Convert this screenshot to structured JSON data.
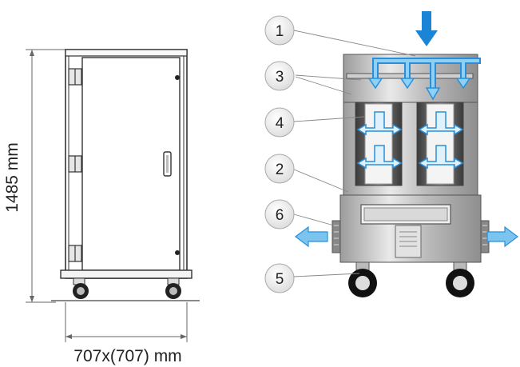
{
  "dimensions": {
    "height_label": "1485 mm",
    "footprint_label": "707x(707) mm"
  },
  "callouts": [
    {
      "id": "1",
      "label": "1"
    },
    {
      "id": "3",
      "label": "3"
    },
    {
      "id": "4",
      "label": "4"
    },
    {
      "id": "2",
      "label": "2"
    },
    {
      "id": "6",
      "label": "6"
    },
    {
      "id": "5",
      "label": "5"
    }
  ],
  "colors": {
    "line": "#333333",
    "airflow": "#2a8fd8",
    "airflow_light": "#7cc4f0",
    "steel_light": "#e8e8e8",
    "steel_dark": "#9a9a9a",
    "callout_fill": "#f1f1f1"
  },
  "icons": [
    "hinge-icon",
    "door-handle-icon",
    "caster-wheel-icon",
    "airflow-arrow-icon",
    "fan-motor-icon"
  ]
}
